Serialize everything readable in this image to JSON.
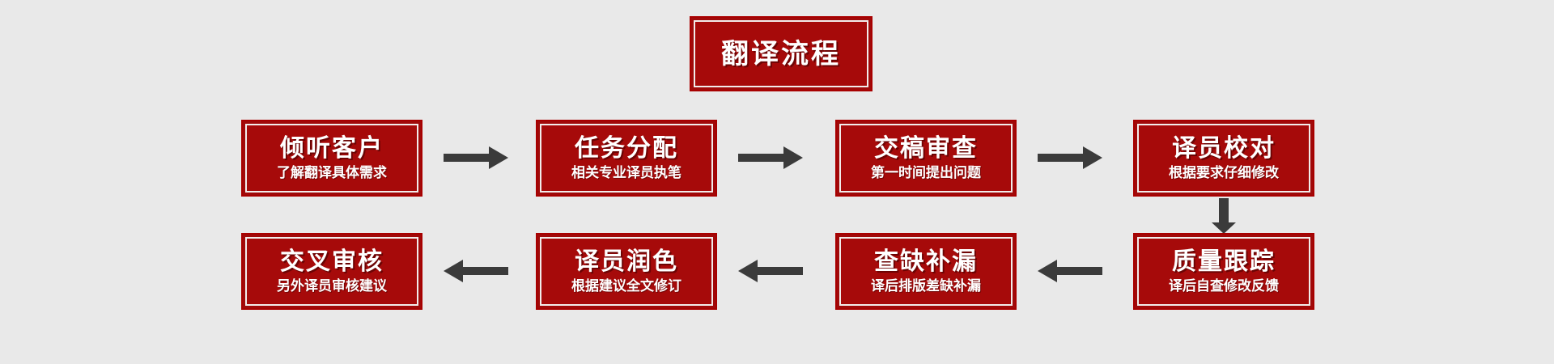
{
  "diagram": {
    "title": "翻译流程",
    "background_color": "#e9e9e9",
    "box_fill_color": "#a60a0a",
    "box_border_color": "#a80000",
    "box_inner_border_color": "#f2eceb",
    "text_color": "#ffffff",
    "arrow_color": "#3b3b3b"
  },
  "row1": [
    {
      "title": "倾听客户",
      "subtitle": "了解翻译具体需求"
    },
    {
      "title": "任务分配",
      "subtitle": "相关专业译员执笔"
    },
    {
      "title": "交稿审查",
      "subtitle": "第一时间提出问题"
    },
    {
      "title": "译员校对",
      "subtitle": "根据要求仔细修改"
    }
  ],
  "row2": [
    {
      "title": "交叉审核",
      "subtitle": "另外译员审核建议"
    },
    {
      "title": "译员润色",
      "subtitle": "根据建议全文修订"
    },
    {
      "title": "查缺补漏",
      "subtitle": "译后排版差缺补漏"
    },
    {
      "title": "质量跟踪",
      "subtitle": "译后自查修改反馈"
    }
  ],
  "arrows": [
    {
      "name": "arrow-right-1",
      "direction": "right"
    },
    {
      "name": "arrow-right-2",
      "direction": "right"
    },
    {
      "name": "arrow-right-3",
      "direction": "right"
    },
    {
      "name": "arrow-down-1",
      "direction": "down"
    },
    {
      "name": "arrow-left-1",
      "direction": "left"
    },
    {
      "name": "arrow-left-2",
      "direction": "left"
    },
    {
      "name": "arrow-left-3",
      "direction": "left"
    }
  ]
}
